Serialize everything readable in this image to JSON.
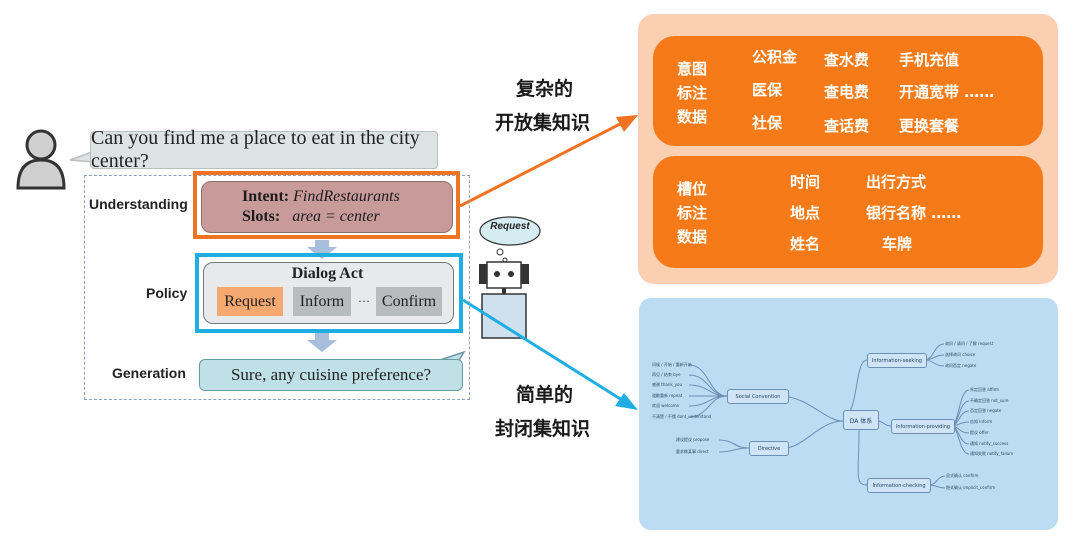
{
  "pipeline": {
    "user_utterance": "Can you find me a place to eat in the city center?",
    "understanding_label": "Understanding",
    "policy_label": "Policy",
    "generation_label": "Generation",
    "nlu": {
      "intent_key": "Intent:",
      "intent_value": "FindRestaurants",
      "slots_key": "Slots:",
      "slots_value": "area = center"
    },
    "dialog_act": {
      "title": "Dialog Act",
      "acts": [
        "Request",
        "Inform",
        "···",
        "Confirm"
      ]
    },
    "robot_thought": "Request",
    "system_response": "Sure, any cuisine preference?"
  },
  "annotations": {
    "complex_line1": "复杂的",
    "complex_line2": "开放集知识",
    "simple_line1": "简单的",
    "simple_line2": "封闭集知识"
  },
  "open_knowledge": {
    "intent_header": [
      "意图",
      "标注",
      "数据"
    ],
    "intent_items": [
      [
        "公积金",
        "查水费",
        "手机充值"
      ],
      [
        "医保",
        "查电费",
        "开通宽带 ……"
      ],
      [
        "社保",
        "查话费",
        "更换套餐"
      ]
    ],
    "slot_header": [
      "槽位",
      "标注",
      "数据"
    ],
    "slot_items": [
      [
        "时间",
        "出行方式"
      ],
      [
        "地点",
        "银行名称 ……"
      ],
      [
        "姓名",
        "车牌"
      ]
    ]
  },
  "da_mindmap": {
    "root": "DA 体系",
    "branches": [
      {
        "name": "Social Convention",
        "leaves": [
          "问候 / 开始 / 重新开始",
          "再见 / 结束 bye",
          "感谢 thank_you",
          "道歉重新 repeat",
          "欢迎 welcome",
          "不清楚 / 不懂 dont_understand"
        ]
      },
      {
        "name": "Directive",
        "leaves": [
          "建议提议 propose",
          "要求做某事 direct"
        ]
      },
      {
        "name": "Information-seeking",
        "leaves": [
          "询问 / 请问 / 了解 request",
          "选择询问 choice",
          "询问否定 negate"
        ]
      },
      {
        "name": "Information-providing",
        "leaves": [
          "肯定回答 affirm",
          "不确定回答 not_sure",
          "否定回答 negate",
          "告知 inform",
          "提议 offer",
          "通知 notify_success",
          "通知失败 notify_failure"
        ]
      },
      {
        "name": "Information-checking",
        "leaves": [
          "显式确认 confirm",
          "隐式确认 implicit_confirm"
        ]
      }
    ]
  }
}
